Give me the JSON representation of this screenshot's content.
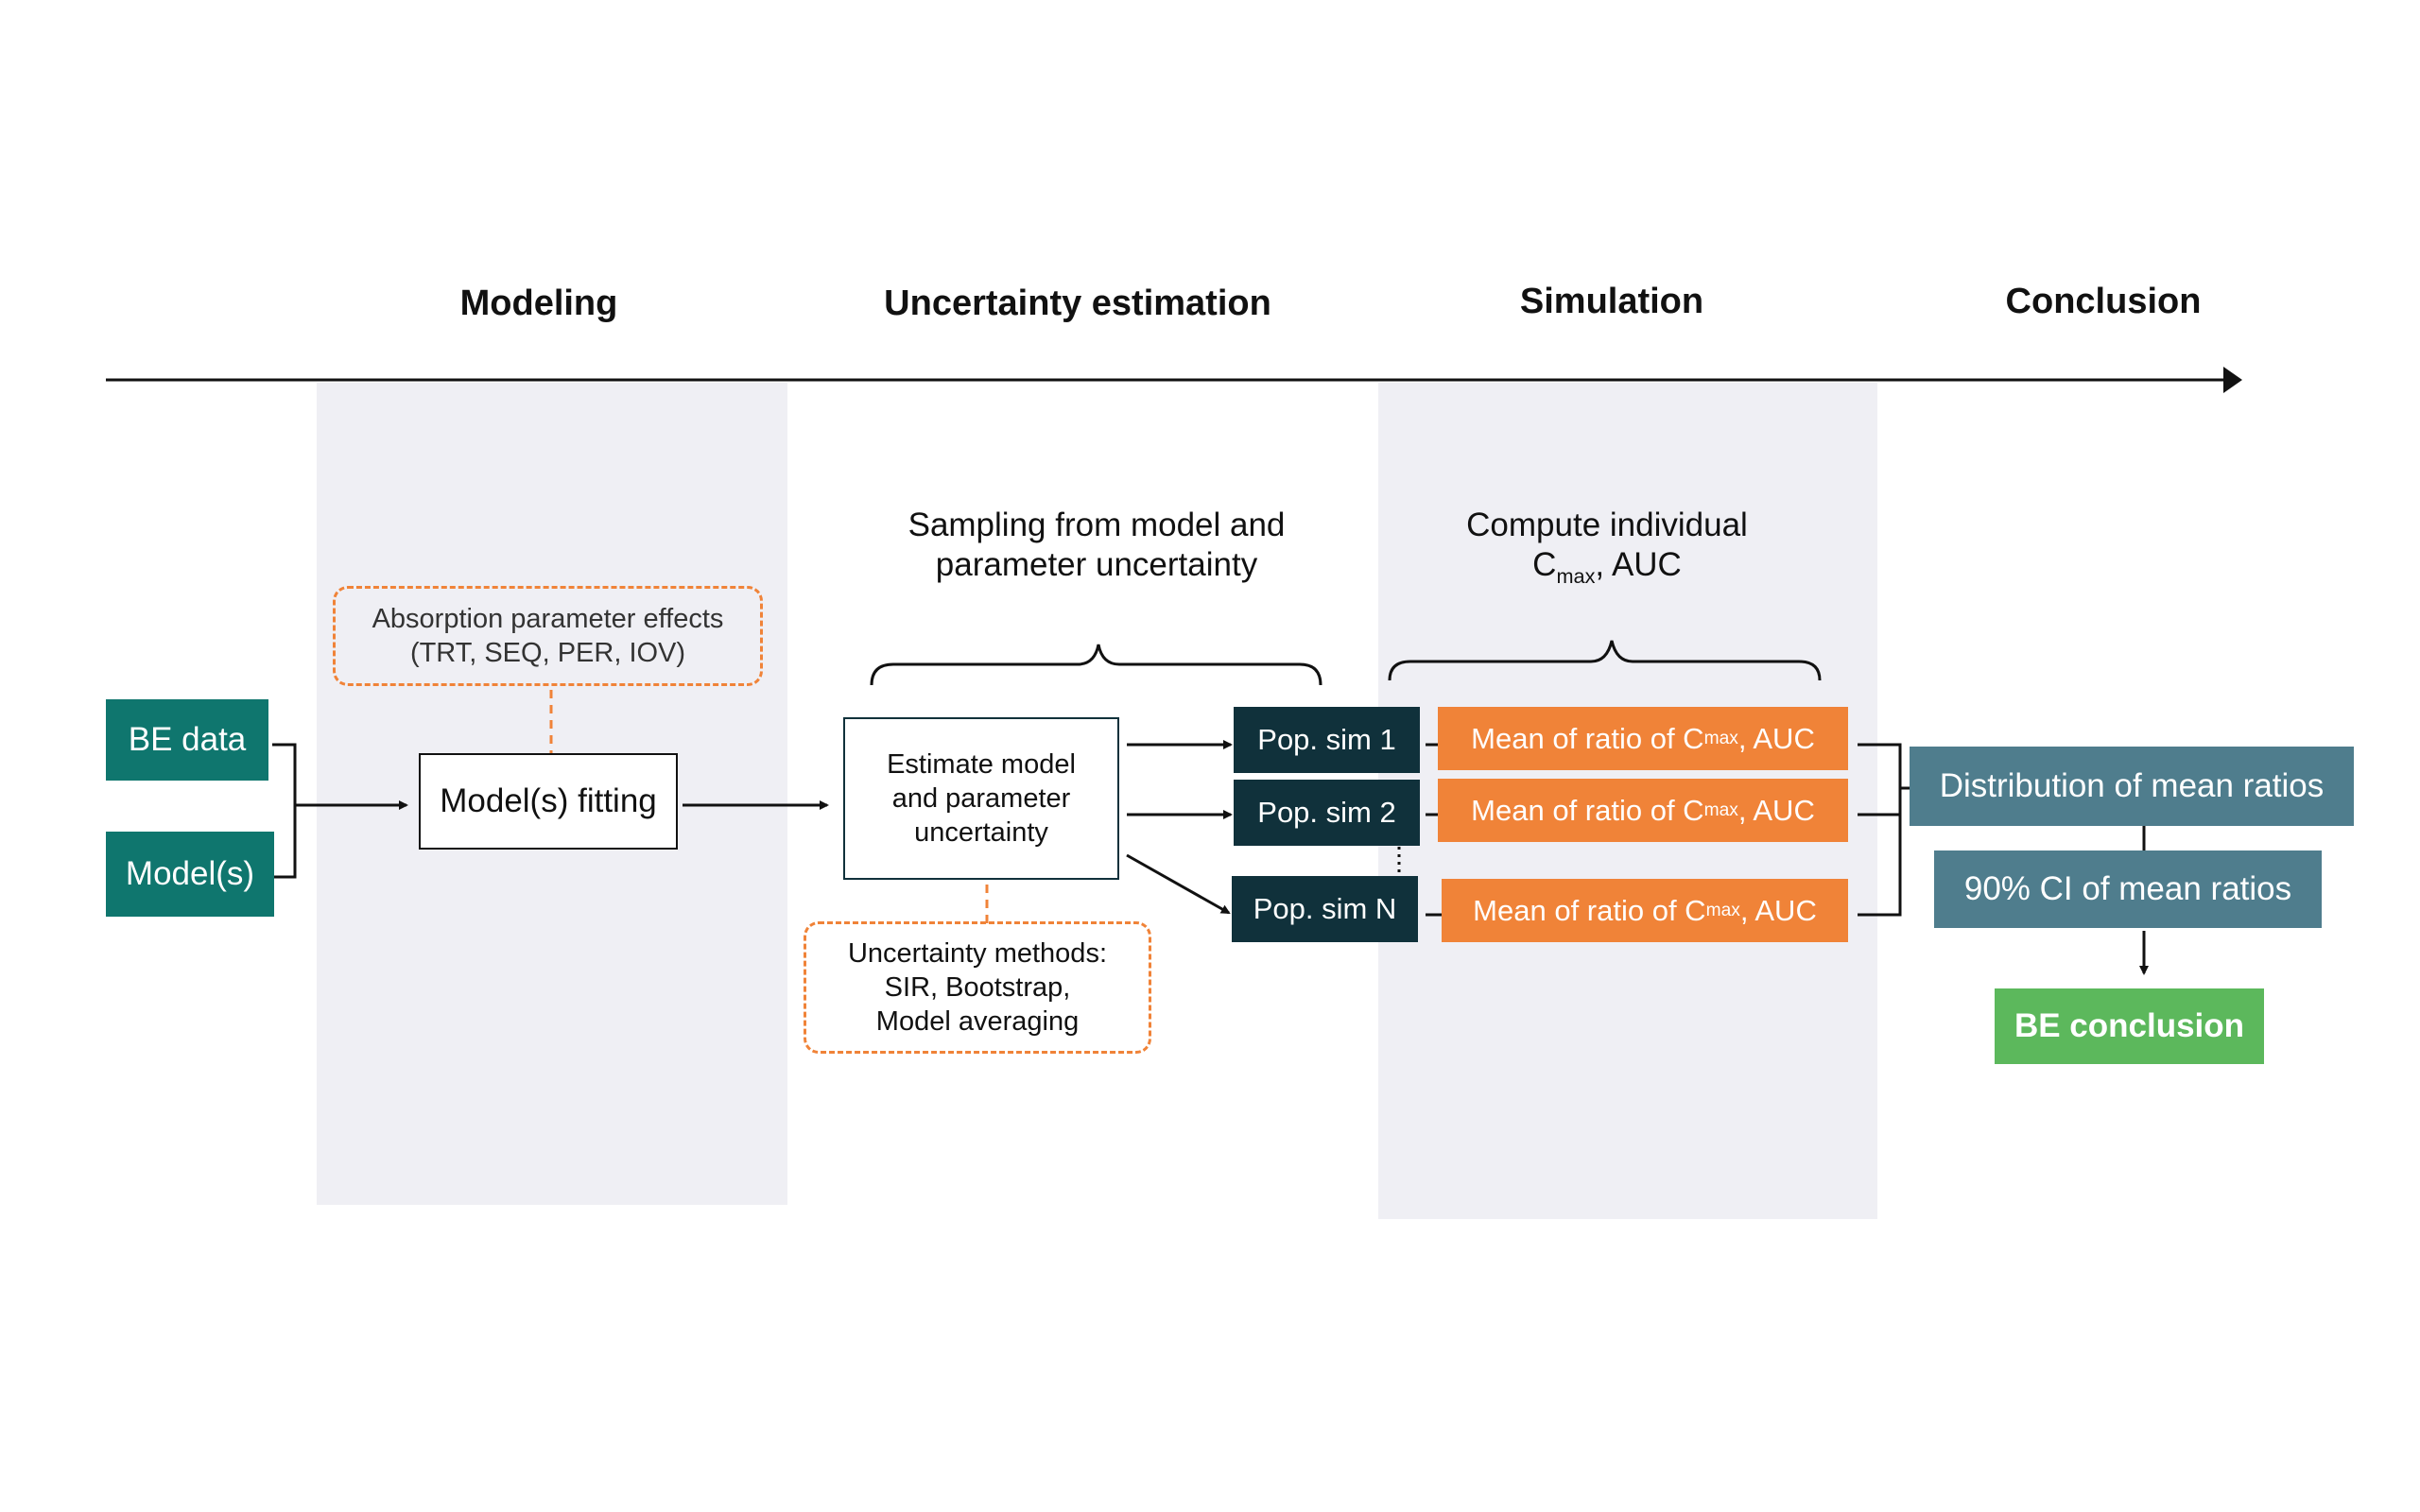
{
  "phases": {
    "modeling": "Modeling",
    "uncertainty": "Uncertainty estimation",
    "simulation": "Simulation",
    "conclusion": "Conclusion"
  },
  "inputs": {
    "be_data": "BE data",
    "models": "Model(s)"
  },
  "absorption_note": {
    "line1": "Absorption parameter effects",
    "line2": "(TRT, SEQ, PER, IOV)"
  },
  "model_fitting": "Model(s) fitting",
  "sampling_label": {
    "line1": "Sampling from model and",
    "line2": "parameter uncertainty"
  },
  "estimate_box": {
    "line1": "Estimate model",
    "line2": "and parameter",
    "line3": "uncertainty"
  },
  "uncertainty_methods": {
    "line1": "Uncertainty methods:",
    "line2": "SIR, Bootstrap,",
    "line3": "Model averaging"
  },
  "compute_label": {
    "line1": "Compute individual",
    "cmax_main": "C",
    "cmax_sub": "max",
    "rest": ", AUC"
  },
  "pop_sims": [
    "Pop. sim 1",
    "Pop. sim 2",
    "Pop. sim N"
  ],
  "mean_ratio": {
    "prefix": "Mean of ratio of C",
    "sub": "max",
    "suffix": ", AUC"
  },
  "distribution": "Distribution of mean ratios",
  "ci": "90% CI of mean ratios",
  "be_conclusion": "BE conclusion",
  "colors": {
    "teal": "#0f766e",
    "dark": "#10313b",
    "orange": "#f08338",
    "slate": "#4f7d8d",
    "green": "#5cb85c",
    "band": "#efeff4"
  }
}
